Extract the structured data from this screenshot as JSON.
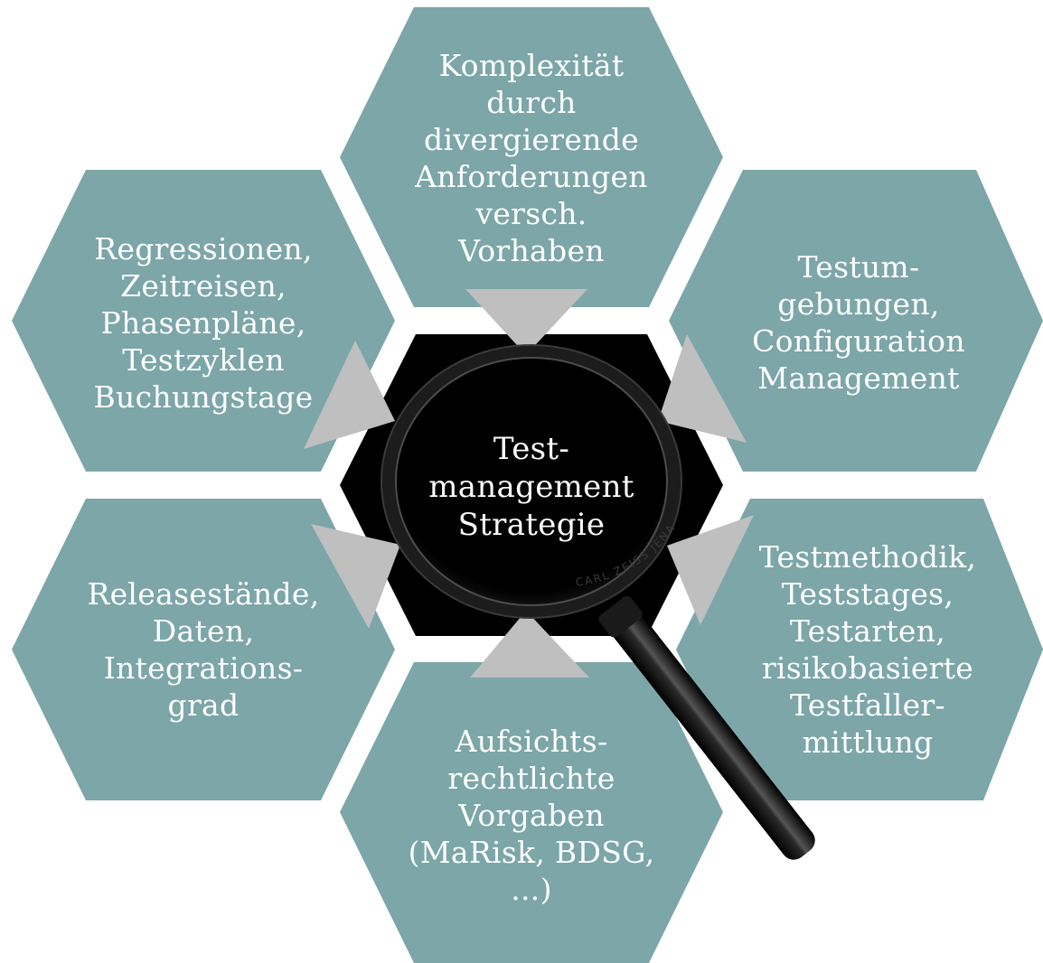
{
  "diagram": {
    "colors": {
      "hexagon_fill": "#7ca6a8",
      "center_fill": "#000000",
      "arrow_fill": "#bfbfbf",
      "text": "#ffffff"
    },
    "center": {
      "lines": [
        "Test-",
        "management",
        "Strategie"
      ]
    },
    "hexagons": {
      "top": {
        "lines": [
          "Komplexität",
          "durch",
          "divergierende",
          "Anforderungen",
          "versch.",
          "Vorhaben"
        ]
      },
      "upper_left": {
        "lines": [
          "Regressionen,",
          "Zeitreisen,",
          "Phasenpläne,",
          "Testzyklen",
          "Buchungstage"
        ]
      },
      "upper_right": {
        "lines": [
          "Testum-",
          "gebungen,",
          "Configuration",
          "Management"
        ]
      },
      "lower_left": {
        "lines": [
          "Releasestände,",
          "Daten,",
          "Integrations-",
          "grad"
        ]
      },
      "lower_right": {
        "lines": [
          "Testmethodik,",
          "Teststages,",
          "Testarten,",
          "risikobasierte",
          "Testfaller-",
          "mittlung"
        ]
      },
      "bottom": {
        "lines": [
          "Aufsichts-",
          "rechtlichte",
          "Vorgaben",
          "(MaRisk, BDSG,",
          "...)"
        ]
      }
    },
    "magnifier": {
      "icon": "magnifying-glass-icon",
      "engraving": "CARL ZEISS JENA"
    }
  }
}
